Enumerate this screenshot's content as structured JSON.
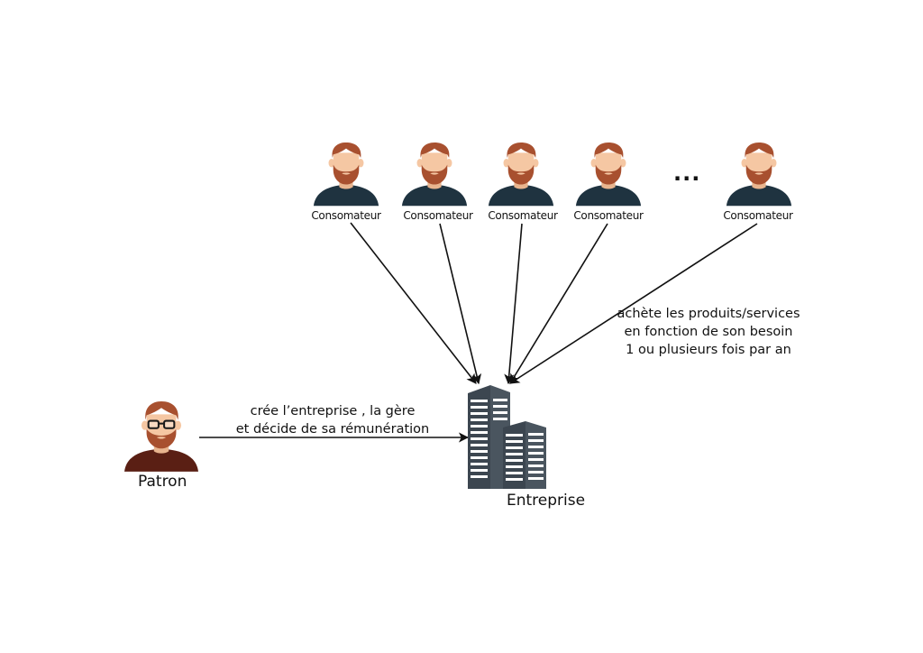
{
  "consumers": [
    {
      "label": "Consomateur",
      "icon": "man-with-beard-icon"
    },
    {
      "label": "Consomateur",
      "icon": "man-with-beard-icon"
    },
    {
      "label": "Consomateur",
      "icon": "man-with-beard-icon"
    },
    {
      "label": "Consomateur",
      "icon": "man-with-beard-icon"
    },
    {
      "label": "Consomateur",
      "icon": "man-with-beard-icon"
    }
  ],
  "ellipsis": "...",
  "consumer_note": {
    "line1": "achète les produits/services",
    "line2": "en fonction de son besoin",
    "line3": "1 ou plusieurs fois par an"
  },
  "boss": {
    "label": "Patron",
    "icon": "man-with-glasses-icon"
  },
  "boss_note": {
    "line1": "crée l’entreprise , la gère",
    "line2": "et décide de sa rémunération"
  },
  "company": {
    "label": "Entreprise",
    "icon": "office-buildings-icon"
  },
  "colors": {
    "hair": "#a8502f",
    "skin": "#f5c7a3",
    "beard": "#a8502f",
    "consumer_shirt": "#1f3340",
    "boss_shirt": "#5a1f14",
    "building": "#3c4650",
    "arrow": "#111111"
  }
}
